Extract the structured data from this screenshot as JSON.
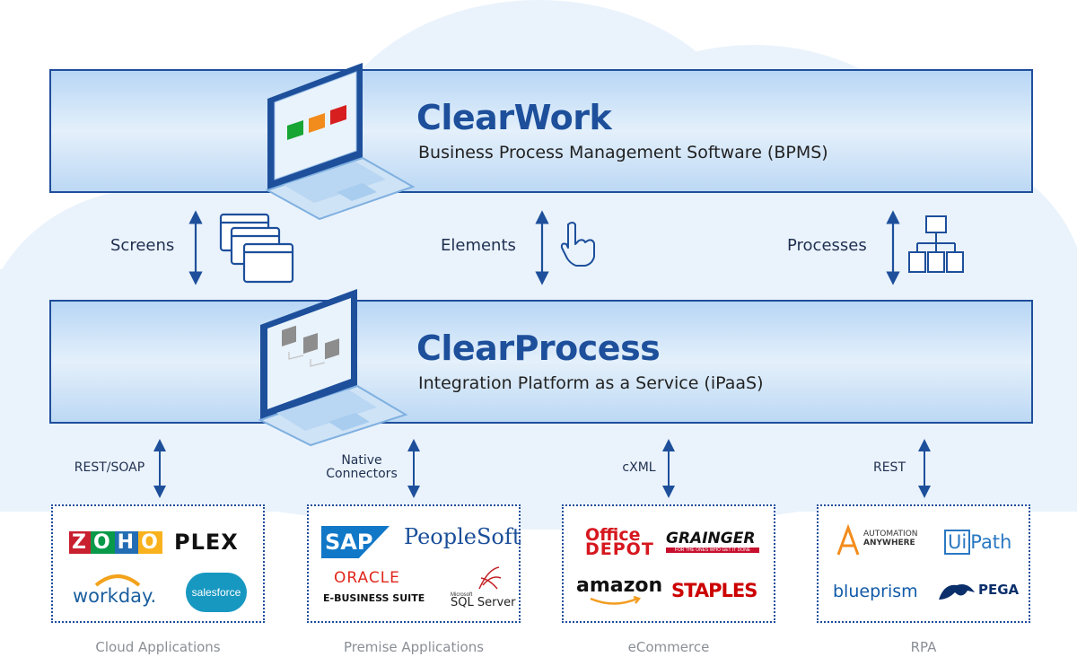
{
  "bpms": {
    "title": "ClearWork",
    "subtitle": "Business Process Management Software (BPMS)"
  },
  "ipaas": {
    "title": "ClearProcess",
    "subtitle": "Integration Platform as a Service (iPaaS)"
  },
  "links": {
    "screens": "Screens",
    "elements": "Elements",
    "processes": "Processes"
  },
  "protocols": {
    "rest_soap": "REST/SOAP",
    "native_line1": "Native",
    "native_line2": "Connectors",
    "cxml": "cXML",
    "rest": "REST"
  },
  "categories": {
    "cloud": {
      "caption": "Cloud Applications",
      "logos": {
        "zoho": "ZOHO",
        "plex": "PLEX",
        "workday": "workday.",
        "salesforce": "salesforce"
      }
    },
    "premise": {
      "caption": "Premise Applications",
      "logos": {
        "sap": "SAP",
        "peoplesoft": "PeopleSoft",
        "oracle": "ORACLE",
        "oracle_sub": "E-BUSINESS SUITE",
        "sqlserver_small": "Microsoft",
        "sqlserver": "SQL Server"
      }
    },
    "ecommerce": {
      "caption": "eCommerce",
      "logos": {
        "office1": "Office",
        "office2": "DEPOT",
        "grainger": "GRAINGER",
        "grainger_tag": "FOR THE ONES WHO GET IT DONE",
        "amazon": "amazon",
        "staples": "STAPLES"
      }
    },
    "rpa": {
      "caption": "RPA",
      "logos": {
        "aa1": "AUTOMATION",
        "aa2": "ANYWHERE",
        "uipath_box": "Ui",
        "uipath": "Path",
        "blueprism": "blueprism",
        "pega": "PEGA"
      }
    }
  },
  "colors": {
    "brand_blue": "#1d4f9b",
    "band_light": "#e4f0fb",
    "cloud_bg": "#eaf3fc",
    "swatch_green": "#17a534",
    "swatch_orange": "#f28c1c",
    "swatch_red": "#d71f1f"
  }
}
